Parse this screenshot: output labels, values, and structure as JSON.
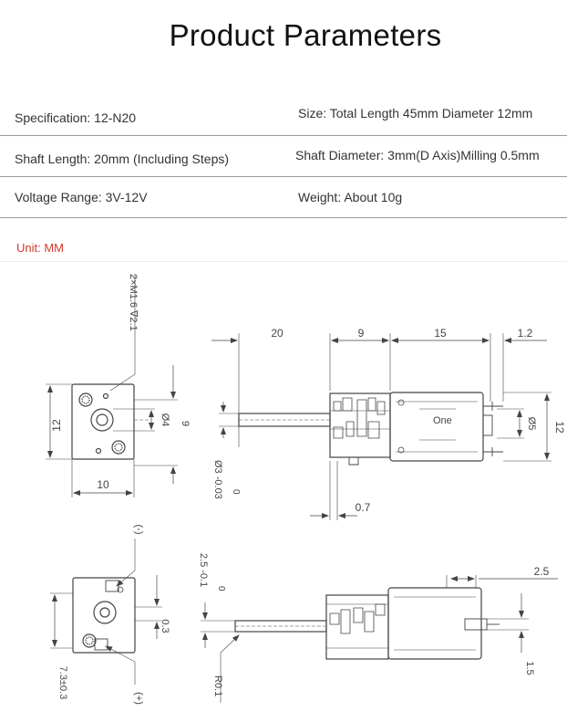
{
  "title": "Product Parameters",
  "params": [
    {
      "left": "Specification: 12-N20",
      "right": "Size: Total Length 45mm Diameter 12mm"
    },
    {
      "left": "Shaft Length: 20mm (Including Steps)",
      "right": "Shaft Diameter: 3mm(D Axis)Milling 0.5mm"
    },
    {
      "left": "Voltage Range: 3V-12V",
      "right": "Weight: About 10g"
    }
  ],
  "unit_label": "Unit: MM",
  "drawing": {
    "thread_note": "2×M1.6 ∇2.1",
    "dim_12_a": "12",
    "dim_10": "10",
    "dim_phi4": "Ø4",
    "dim_9_v": "9",
    "dim_20": "20",
    "dim_9_h": "9",
    "dim_15": "15",
    "dim_1_2": "1.2",
    "motor_label": "One",
    "dim_phi5": "Ø5",
    "dim_12_b": "12",
    "dim_phi3_tol": "Ø3 -0.03",
    "dim_phi3_zero": "0",
    "dim_0_7": "0.7",
    "neg_label": "(-)",
    "pos_label": "(+)",
    "dim_0_3": "0.3",
    "dim_7_3": "7.3±0.3",
    "dim_2_5_tol": "2.5 -0.1",
    "dim_2_5_zero": "0",
    "dim_r0_1": "R0.1",
    "dim_2_5": "2.5",
    "dim_1_5": "1.5"
  },
  "colors": {
    "title": "#111111",
    "text": "#333333",
    "unit": "#d23a2e",
    "line": "#444444"
  }
}
